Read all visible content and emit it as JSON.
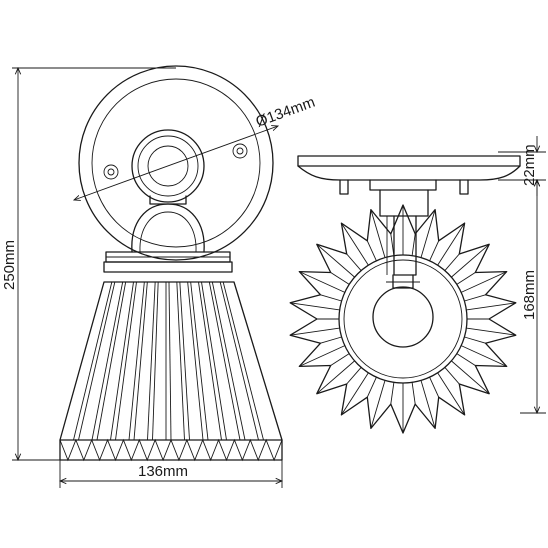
{
  "dimensions": {
    "diameter": "Ø134mm",
    "height": "250mm",
    "width": "136mm",
    "depth": "22mm",
    "projection": "168mm"
  },
  "colors": {
    "line": "#1a1a1a",
    "background": "#ffffff"
  }
}
